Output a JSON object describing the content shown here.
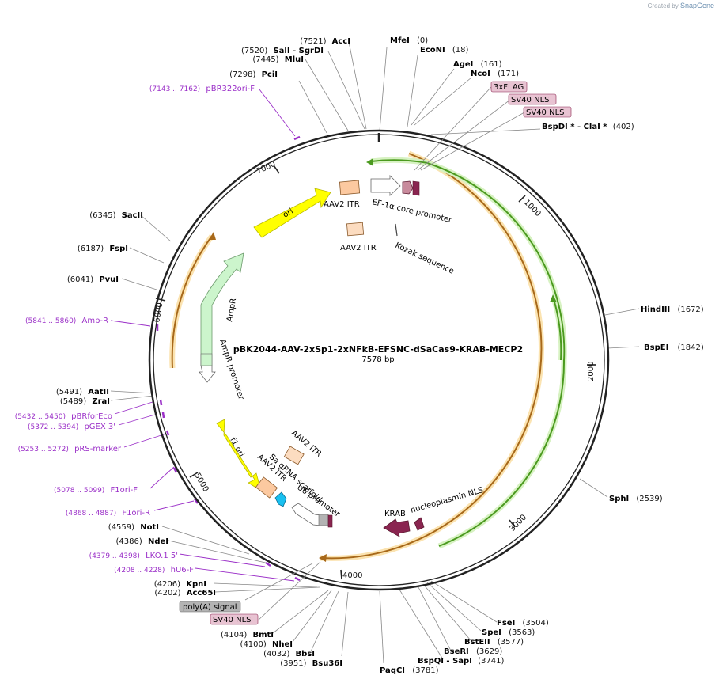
{
  "brand": {
    "created_by": "Created by",
    "app": "SnapGene"
  },
  "plasmid": {
    "name": "pBK2044-AAV-2xSp1-2xNFkB-EFSNC-dSaCas9-KRAB-MECP2",
    "size_label": "7578 bp"
  },
  "ticks": [
    "1000",
    "2000",
    "3000",
    "4000",
    "5000",
    "6000",
    "7000"
  ],
  "colors": {
    "primer": "#9b30c8",
    "cds_green": "#4b9a1f",
    "cds_orange": "#a8691a",
    "ori": "#ffff00",
    "ampr": "#ccf5cc",
    "itr": "#fcc9a0",
    "nls": "#e8c3d2",
    "polya": "#b3b3b3",
    "krab": "#8a2550",
    "u6": "#19c0f0"
  },
  "enzymes": [
    {
      "name": "MfeI",
      "pos": "(0)"
    },
    {
      "name": "EcoNI",
      "pos": "(18)"
    },
    {
      "name": "AgeI",
      "pos": "(161)"
    },
    {
      "name": "NcoI",
      "pos": "(171)"
    },
    {
      "name": "BspDI * - ClaI *",
      "pos": "(402)"
    },
    {
      "name": "HindIII",
      "pos": "(1672)"
    },
    {
      "name": "BspEI",
      "pos": "(1842)"
    },
    {
      "name": "SphI",
      "pos": "(2539)"
    },
    {
      "name": "FseI",
      "pos": "(3504)"
    },
    {
      "name": "SpeI",
      "pos": "(3563)"
    },
    {
      "name": "BstEII",
      "pos": "(3577)"
    },
    {
      "name": "BseRI",
      "pos": "(3629)"
    },
    {
      "name": "BspQI - SapI",
      "pos": "(3741)"
    },
    {
      "name": "PaqCI",
      "pos": "(3781)"
    },
    {
      "name": "Bsu36I",
      "pos": "(3951)"
    },
    {
      "name": "BbsI",
      "pos": "(4032)"
    },
    {
      "name": "NheI",
      "pos": "(4100)"
    },
    {
      "name": "BmtI",
      "pos": "(4104)"
    },
    {
      "name": "Acc65I",
      "pos": "(4202)"
    },
    {
      "name": "KpnI",
      "pos": "(4206)"
    },
    {
      "name": "NdeI",
      "pos": "(4386)"
    },
    {
      "name": "NotI",
      "pos": "(4559)"
    },
    {
      "name": "ZraI",
      "pos": "(5489)"
    },
    {
      "name": "AatII",
      "pos": "(5491)"
    },
    {
      "name": "PvuI",
      "pos": "(6041)"
    },
    {
      "name": "FspI",
      "pos": "(6187)"
    },
    {
      "name": "SacII",
      "pos": "(6345)"
    },
    {
      "name": "PciI",
      "pos": "(7298)"
    },
    {
      "name": "MluI",
      "pos": "(7445)"
    },
    {
      "name": "SalI - SgrDI",
      "pos": "(7520)"
    },
    {
      "name": "AccI",
      "pos": "(7521)"
    }
  ],
  "primers": [
    {
      "name": "pBR322ori-F",
      "range": "(7143 .. 7162)"
    },
    {
      "name": "Amp-R",
      "range": "(5841 .. 5860)"
    },
    {
      "name": "pBRforEco",
      "range": "(5432 .. 5450)"
    },
    {
      "name": "pGEX 3'",
      "range": "(5372 .. 5394)"
    },
    {
      "name": "pRS-marker",
      "range": "(5253 .. 5272)"
    },
    {
      "name": "F1ori-F",
      "range": "(5078 .. 5099)"
    },
    {
      "name": "F1ori-R",
      "range": "(4868 .. 4887)"
    },
    {
      "name": "LKO.1 5'",
      "range": "(4379 .. 4398)"
    },
    {
      "name": "hU6-F",
      "range": "(4208 .. 4228)"
    }
  ],
  "boxed_features": [
    "3xFLAG",
    "SV40 NLS",
    "SV40 NLS",
    "poly(A) signal",
    "SV40 NLS"
  ],
  "inner_features": {
    "itr_top": "AAV2 ITR",
    "itr_top2": "AAV2 ITR",
    "ef1a": "EF-1α core promoter",
    "kozak": "Kozak sequence",
    "ori": "ori",
    "ampr": "AmpR",
    "ampr_promoter": "AmpR promoter",
    "f1ori": "f1 ori",
    "itr_bot1": "AAV2 ITR",
    "itr_bot2": "AAV2 ITR",
    "sa_grna": "Sa gRNA scaffold",
    "u6": "U6 promoter",
    "krab": "KRAB",
    "nucleoplasmin": "nucleoplasmin NLS"
  }
}
